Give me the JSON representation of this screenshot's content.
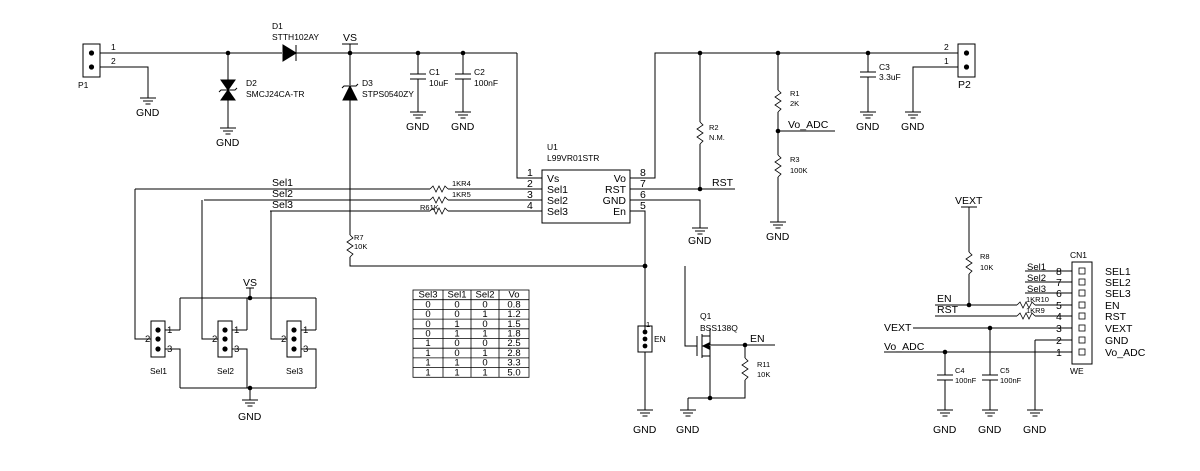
{
  "nets": {
    "vs": "VS",
    "gnd": "GND",
    "vext": "VEXT",
    "vo_adc": "Vo_ADC",
    "rst": "RST",
    "en": "EN",
    "sel1": "Sel1",
    "sel2": "Sel2",
    "sel3": "Sel3"
  },
  "components": {
    "p1": {
      "ref": "P1",
      "pin1": "1",
      "pin2": "2"
    },
    "p2": {
      "ref": "P2",
      "pin1": "1",
      "pin2": "2"
    },
    "d1": {
      "ref": "D1",
      "part": "STTH102AY"
    },
    "d2": {
      "ref": "D2",
      "part": "SMCJ24CA-TR"
    },
    "d3": {
      "ref": "D3",
      "part": "STPS0540ZY"
    },
    "c1": {
      "ref": "C1",
      "value": "10uF"
    },
    "c2": {
      "ref": "C2",
      "value": "100nF"
    },
    "c3": {
      "ref": "C3",
      "value": "3.3uF"
    },
    "c4": {
      "ref": "C4",
      "value": "100nF"
    },
    "c5": {
      "ref": "C5",
      "value": "100nF"
    },
    "r1": {
      "ref": "R1",
      "value": "2K"
    },
    "r2": {
      "ref": "R2",
      "value": "N.M."
    },
    "r3": {
      "ref": "R3",
      "value": "100K"
    },
    "r4": {
      "label": "1KR4"
    },
    "r5": {
      "label": "1KR5"
    },
    "r6": {
      "label": "R61K"
    },
    "r7": {
      "ref": "R7",
      "value": "10K"
    },
    "r8": {
      "ref": "R8",
      "value": "10K"
    },
    "r9": {
      "label": "1KR9"
    },
    "r10": {
      "label": "1KR10"
    },
    "r11": {
      "ref": "R11",
      "value": "10K"
    },
    "q1": {
      "ref": "Q1",
      "part": "BSS138Q"
    },
    "u1": {
      "ref": "U1",
      "part": "L99VR01STR",
      "left_pins": [
        {
          "num": "1",
          "name": "Vs"
        },
        {
          "num": "2",
          "name": "Sel1"
        },
        {
          "num": "3",
          "name": "Sel2"
        },
        {
          "num": "4",
          "name": "Sel3"
        }
      ],
      "right_pins": [
        {
          "num": "8",
          "name": "Vo"
        },
        {
          "num": "7",
          "name": "RST"
        },
        {
          "num": "6",
          "name": "GND"
        },
        {
          "num": "5",
          "name": "En"
        }
      ]
    },
    "jumpers": [
      {
        "label": "Sel1"
      },
      {
        "label": "Sel2"
      },
      {
        "label": "Sel3"
      }
    ],
    "jumper_pins": [
      "1",
      "2",
      "3"
    ],
    "en_jumper": {
      "label": "EN",
      "pin": "1"
    },
    "cn1": {
      "ref": "CN1",
      "we": "WE",
      "pins": [
        {
          "num": "8",
          "name": "SEL1"
        },
        {
          "num": "7",
          "name": "SEL2"
        },
        {
          "num": "6",
          "name": "SEL3"
        },
        {
          "num": "5",
          "name": "EN"
        },
        {
          "num": "4",
          "name": "RST"
        },
        {
          "num": "3",
          "name": "VEXT"
        },
        {
          "num": "2",
          "name": "GND"
        },
        {
          "num": "1",
          "name": "Vo_ADC"
        }
      ],
      "wire_labels": [
        {
          "name": "Sel1"
        },
        {
          "name": "Sel2"
        },
        {
          "name": "Sel3"
        }
      ]
    }
  },
  "vo_table": {
    "headers": [
      "Sel3",
      "Sel1",
      "Sel2",
      "Vo"
    ],
    "rows": [
      [
        "0",
        "0",
        "0",
        "0.8"
      ],
      [
        "0",
        "0",
        "1",
        "1.2"
      ],
      [
        "0",
        "1",
        "0",
        "1.5"
      ],
      [
        "0",
        "1",
        "1",
        "1.8"
      ],
      [
        "1",
        "0",
        "0",
        "2.5"
      ],
      [
        "1",
        "0",
        "1",
        "2.8"
      ],
      [
        "1",
        "1",
        "0",
        "3.3"
      ],
      [
        "1",
        "1",
        "1",
        "5.0"
      ]
    ]
  }
}
